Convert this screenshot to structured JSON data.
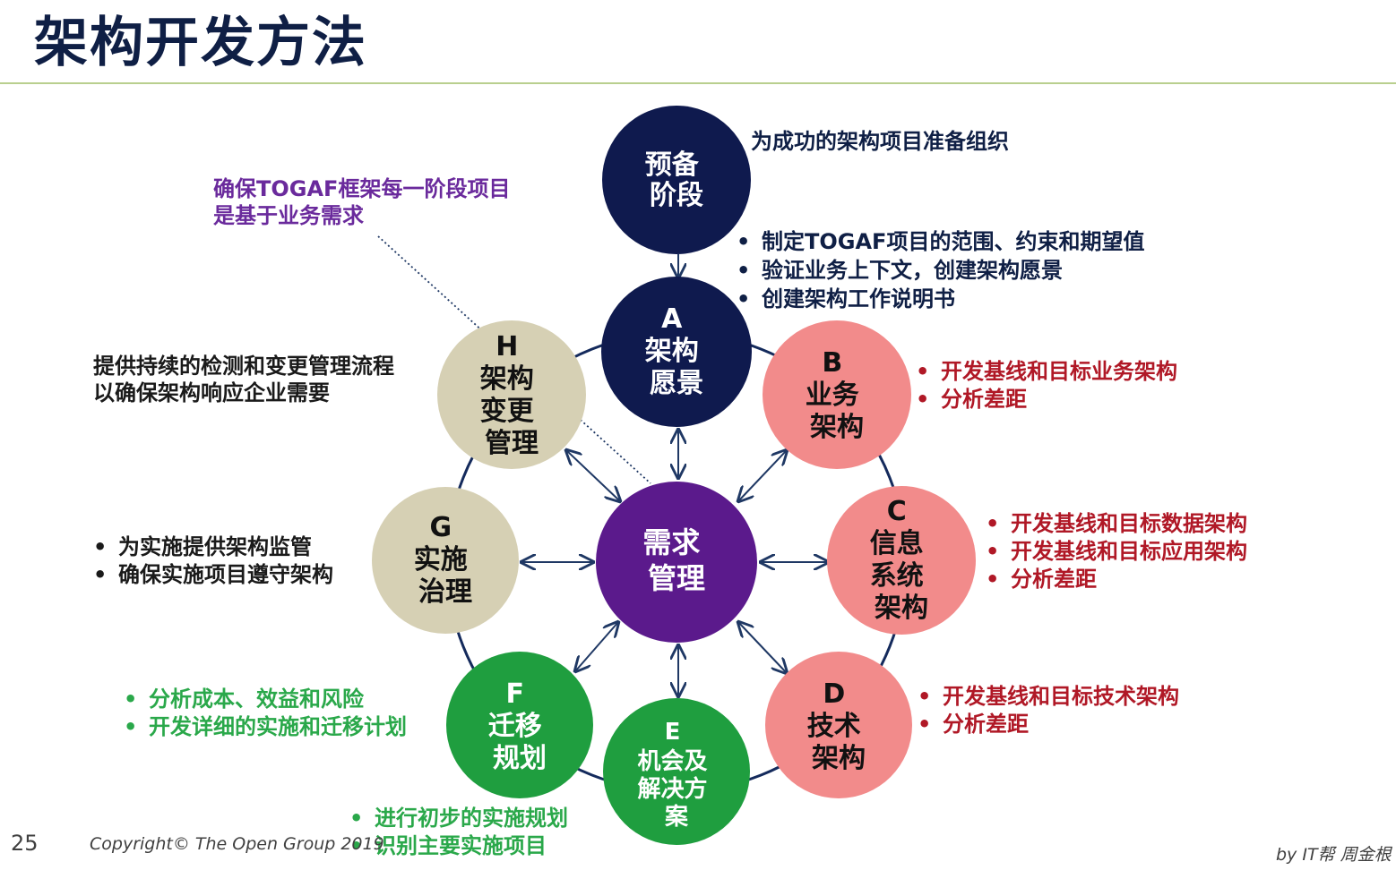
{
  "title": "架构开发方法",
  "colors": {
    "navy": "#0f1a4e",
    "purple": "#5b1a8c",
    "pink": "#f28b8b",
    "beige": "#d6d0b4",
    "green": "#1f9e3f",
    "dark_red": "#b01826",
    "green_text": "#2aa84a",
    "purple_text": "#6a2a9c"
  },
  "nodes": {
    "prelim": {
      "lines": [
        "预备",
        "阶段"
      ]
    },
    "a": {
      "lines": [
        "A",
        "架构",
        "愿景"
      ]
    },
    "b": {
      "lines": [
        "B",
        "业务",
        "架构"
      ]
    },
    "c": {
      "lines": [
        "C",
        "信息",
        "系统",
        "架构"
      ]
    },
    "d": {
      "lines": [
        "D",
        "技术",
        "架构"
      ]
    },
    "e": {
      "lines": [
        "E",
        "机会及",
        "解决方",
        "案"
      ]
    },
    "f": {
      "lines": [
        "F",
        "迁移",
        "规划"
      ]
    },
    "g": {
      "lines": [
        "G",
        "实施",
        "治理"
      ]
    },
    "h": {
      "lines": [
        "H",
        "架构",
        "变更",
        "管理"
      ]
    },
    "center": {
      "lines": [
        "需求",
        "管理"
      ]
    }
  },
  "annotations": {
    "prelim_note": "为成功的架构项目准备组织",
    "a_items": [
      "制定TOGAF项目的范围、约束和期望值",
      "验证业务上下文，创建架构愿景",
      "创建架构工作说明书"
    ],
    "b_items": [
      "开发基线和目标业务架构",
      "分析差距"
    ],
    "c_items": [
      "开发基线和目标数据架构",
      "开发基线和目标应用架构",
      "分析差距"
    ],
    "d_items": [
      "开发基线和目标技术架构",
      "分析差距"
    ],
    "e_items": [
      "进行初步的实施规划",
      "识别主要实施项目"
    ],
    "f_items": [
      "分析成本、效益和风险",
      "开发详细的实施和迁移计划"
    ],
    "g_items": [
      "为实施提供架构监管",
      "确保实施项目遵守架构"
    ],
    "h_note": [
      "提供持续的检测和变更管理流程",
      "以确保架构响应企业需要"
    ],
    "req_note": [
      "确保TOGAF框架每一阶段项目",
      "是基于业务需求"
    ]
  },
  "footer": {
    "page": "25",
    "copyright": "Copyright© The Open Group 2019",
    "author": "by IT帮 周金根"
  }
}
